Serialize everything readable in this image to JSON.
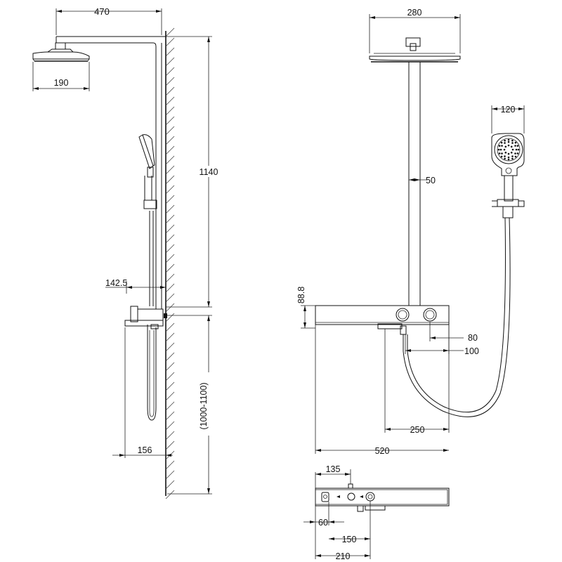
{
  "drawing": {
    "background": "#ffffff",
    "line_color": "#111111"
  },
  "dimensions": {
    "side_view": {
      "arm_length": "470",
      "head_diameter": "190",
      "total_height": "1140",
      "wall_offset": "142.5",
      "tub_spout_length": "156",
      "mount_height": "(1000-1100)"
    },
    "front_view": {
      "head_width": "280",
      "column_diameter": "50",
      "handshower_width": "120",
      "shelf_height": "88.8",
      "valve_spacing": "80",
      "outlet_offset": "100",
      "spout_offset": "250",
      "shelf_width": "520"
    },
    "plan_view": {
      "outlet_position": "135",
      "left_button_offset": "60",
      "right_button_offset": "150",
      "depth": "210"
    }
  }
}
